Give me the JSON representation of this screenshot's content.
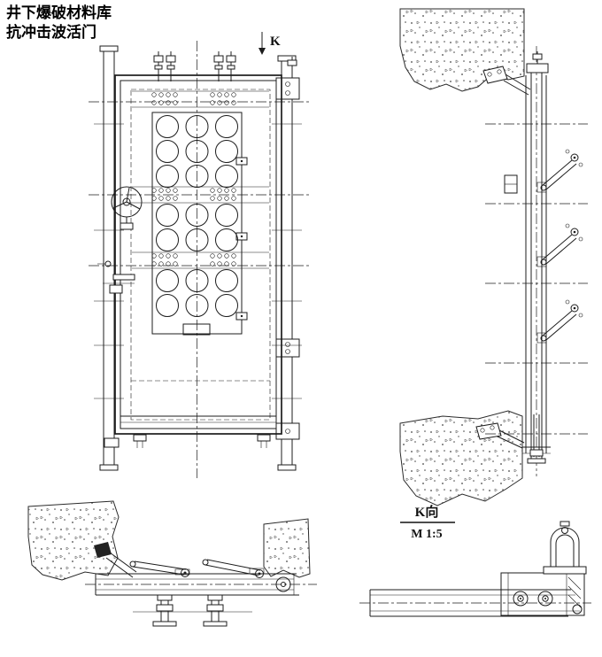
{
  "title": {
    "line1": "井下爆破材料库",
    "line2": "抗冲击波活门"
  },
  "labels": {
    "section_mark": "K",
    "detail_title": "K向",
    "detail_scale": "M 1:5"
  },
  "colors": {
    "line": "#1c1c1c",
    "background": "#ffffff"
  }
}
